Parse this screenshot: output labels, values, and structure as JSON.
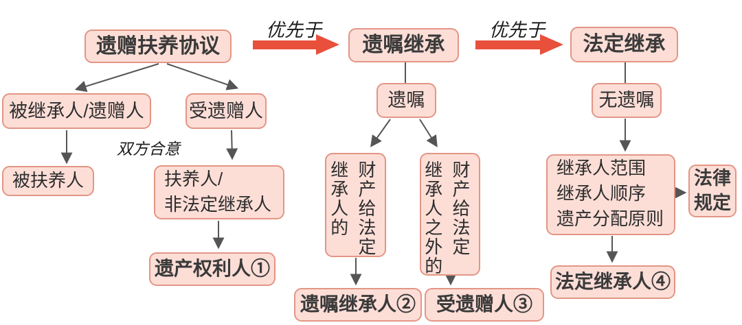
{
  "colors": {
    "background": "#ffffff",
    "box_fill": "#fcded7",
    "box_border": "#e39584",
    "title_text": "#3a3a3a",
    "body_text": "#2d2d2d",
    "red_arrow": "#e8503c",
    "flow_arrow": "#555555"
  },
  "top_row": {
    "agreement": "遗赠扶养协议",
    "priority_label_1": "优先于",
    "testate": "遗嘱继承",
    "priority_label_2": "优先于",
    "statutory": "法定继承"
  },
  "left_branch": {
    "decedent": "被继承人/遗赠人",
    "legatee": "受遗赠人",
    "mutual_consent_label": "双方合意",
    "dependent": "被扶养人",
    "caretaker_lines": [
      "扶养人/",
      "非法定继承人"
    ],
    "heritage_holder": "遗产权利人①"
  },
  "middle_branch": {
    "will": "遗嘱",
    "to_legal_heir_columns": [
      "财产给法定",
      "继承人的"
    ],
    "to_non_legal_heir_columns": [
      "财产给法定",
      "继承人之外的"
    ],
    "will_heir": "遗嘱继承人②",
    "legatee": "受遗赠人③"
  },
  "right_branch": {
    "no_will": "无遗嘱",
    "rules_lines": [
      "继承人范围",
      "继承人顺序",
      "遗产分配原则"
    ],
    "legal_provision_lines": [
      "法律",
      "规定"
    ],
    "statutory_heir": "法定继承人④"
  }
}
